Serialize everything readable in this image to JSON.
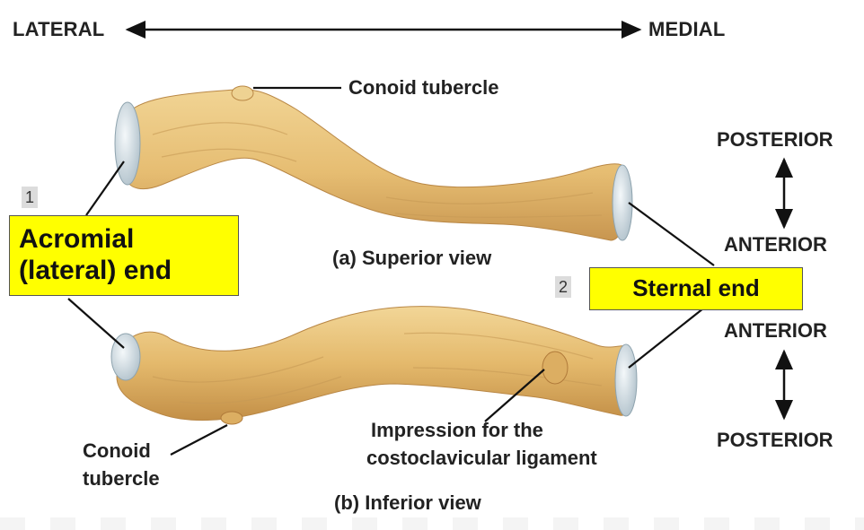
{
  "orientation": {
    "lateral": "LATERAL",
    "medial": "MEDIAL"
  },
  "labels": {
    "conoid_top": "Conoid tubercle",
    "superior_view": "(a) Superior view",
    "inferior_view": "(b) Inferior view",
    "conoid_bottom_line1": "Conoid",
    "conoid_bottom_line2": "tubercle",
    "impression_line1": "Impression for the",
    "impression_line2": "costoclavicular ligament"
  },
  "directions": {
    "top_upper": "POSTERIOR",
    "top_lower": "ANTERIOR",
    "bottom_upper": "ANTERIOR",
    "bottom_lower": "POSTERIOR"
  },
  "callouts": [
    {
      "number": "1",
      "line1": "Acromial",
      "line2": "(lateral) end"
    },
    {
      "number": "2",
      "line1": "Sternal end"
    }
  ],
  "colors": {
    "bone": "#e8c47e",
    "bone_dark": "#c9974a",
    "cartilage": "#d7e4ea",
    "callout": "#ffff00"
  }
}
